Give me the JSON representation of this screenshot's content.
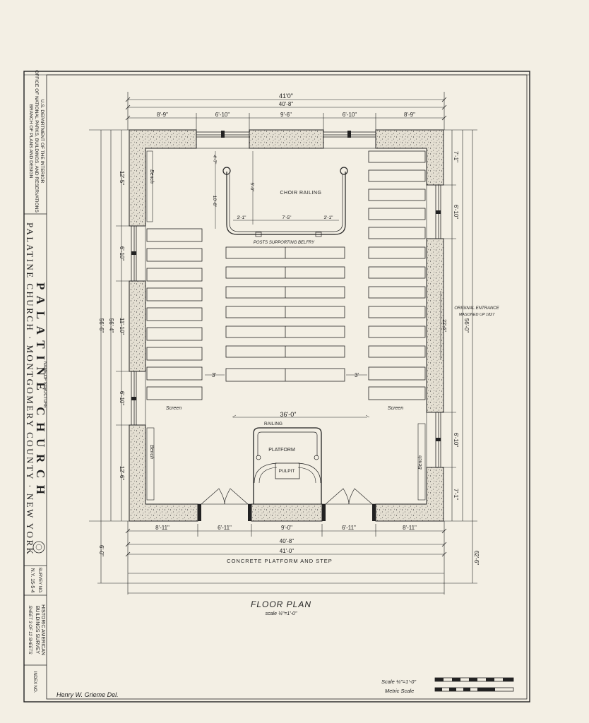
{
  "sheet": {
    "agency_lines": [
      "U.S. DEPARTMENT OF THE INTERIOR",
      "OFFICE OF NATIONAL PARKS, BUILDINGS, AND RESERVATIONS",
      "BRANCH OF PLANS AND DESIGN"
    ],
    "structure_caption": "NAME OF STRUCTURE",
    "structure_name": "PALATINE CHURCH",
    "location": "PALATINE CHURCH · MONTGOMERY COUNTY · NEW YORK",
    "survey_no_label": "SURVEY NO.",
    "survey_no": "N.Y. 15-5-4",
    "habs_lines": [
      "HISTORIC AMERICAN",
      "BUILDINGS SURVEY"
    ],
    "sheet_count": "SHEET 3 OF 12 SHEETS",
    "index_no_label": "INDEX NO.",
    "delineator": "Henry W. Grieme  Del.",
    "plan_title": "FLOOR PLAN",
    "plan_scale": "scale ¼\"=1'-0\"",
    "scale_label": "Scale ¼\"=1'-0\"",
    "metric_label": "Metric Scale"
  },
  "dims": {
    "top_overall": "41'0\"",
    "top_inner": "40'-8\"",
    "top_segments": [
      "8'-9\"",
      "6'-10\"",
      "9'-6\"",
      "6'-10\"",
      "8'-9\""
    ],
    "bottom_segments": [
      "8'-11\"",
      "6'-11\"",
      "9'-0\"",
      "6'-11\"",
      "8'-11\""
    ],
    "bottom_inner": "40'-8\"",
    "bottom_overall": "41'-0\"",
    "left_overall": "56'-6\"",
    "left_inner": "56'-4\"",
    "left_segments": [
      "12'-5\"",
      "6'-10\"",
      "11'-10\"",
      "6'-10\"",
      "12'-6\""
    ],
    "left_step": "6'-0\"",
    "right_overall": "62'-6\"",
    "right_inner": "56'-0\"",
    "right_segments": [
      "7'-1\"",
      "6'-10\"",
      "6'-10\"",
      "7'-1\""
    ],
    "right_mid": "22'-6\"",
    "choir_depth": "10'-8\"",
    "choir_height": "5'-0\"",
    "choir_top": "4'-7\"",
    "choir_spans": [
      "3'-1\"",
      "7'-5\"",
      "3'-1\""
    ],
    "aisle": "3'",
    "railing_width": "36'-0\""
  },
  "labels": {
    "choir_railing": "CHOIR RAILING",
    "posts": "POSTS SUPPORTING BELFRY",
    "original_entrance_1": "ORIGINAL ENTRANCE",
    "original_entrance_2": "MASONED UP 1827",
    "bench": "Bench",
    "screen": "Screen",
    "railing": "RAILING",
    "platform": "PLATFORM",
    "pulpit": "PULPIT",
    "concrete": "CONCRETE   PLATFORM   AND   STEP"
  },
  "colors": {
    "paper": "#f3efe4",
    "ink": "#222222",
    "masonry": "#d9d4c6"
  }
}
